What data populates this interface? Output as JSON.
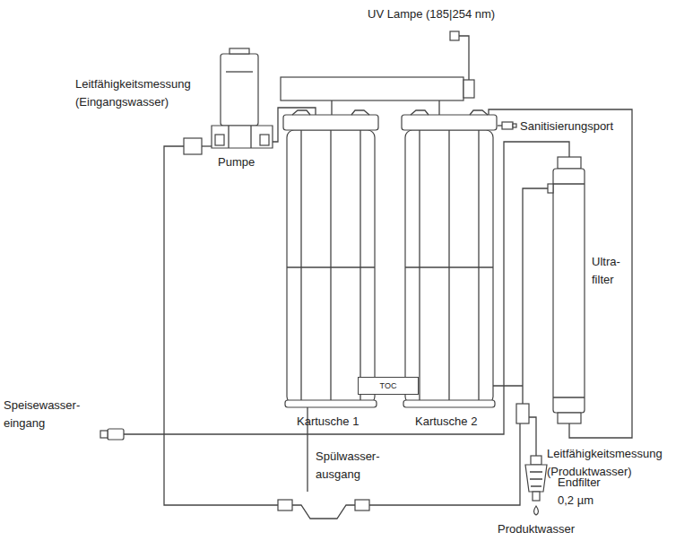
{
  "diagram": {
    "nodes": [
      {
        "text": [
          "TOC"
        ]
      }
    ],
    "labels": [
      "UV Lampe (185|254 nm)",
      "Sanitisierungsport",
      "Leitfähigkeitsmessung (Eingangswasser)",
      "Pumpe",
      "Kartusche 1",
      "Kartusche 2",
      "Ultra- filter",
      "Speisewasser- eingang",
      "Spülwasser- ausgang",
      "Leitfähigkeitsmessung (Produktwasser)",
      "Endfilter 0,2 µm",
      "Produktwasser"
    ]
  }
}
